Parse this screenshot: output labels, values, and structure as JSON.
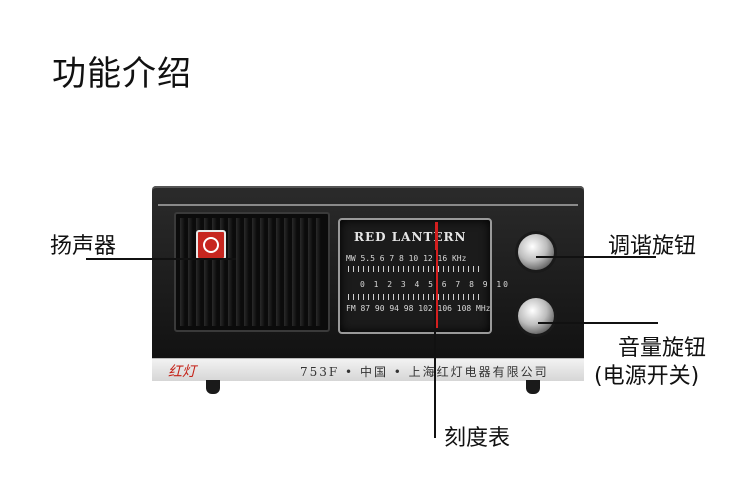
{
  "title": "功能介绍",
  "radio": {
    "brand": "RED LANTERN",
    "mw_scale": "MW 5.5 6 7 8 10 12 16 KHz",
    "mid_scale": "0 1 2 3 4 5 6 7 8 9 10",
    "fm_scale": "FM 87 90 94 98 102 106 108 MHz",
    "panel_logo": "红灯",
    "panel_text": "753F • 中国 • 上海红灯电器有限公司"
  },
  "labels": {
    "speaker": "扬声器",
    "tuning_knob": "调谐旋钮",
    "volume_knob": "音量旋钮",
    "volume_note": "(电源开关)",
    "dial_scale": "刻度表"
  }
}
